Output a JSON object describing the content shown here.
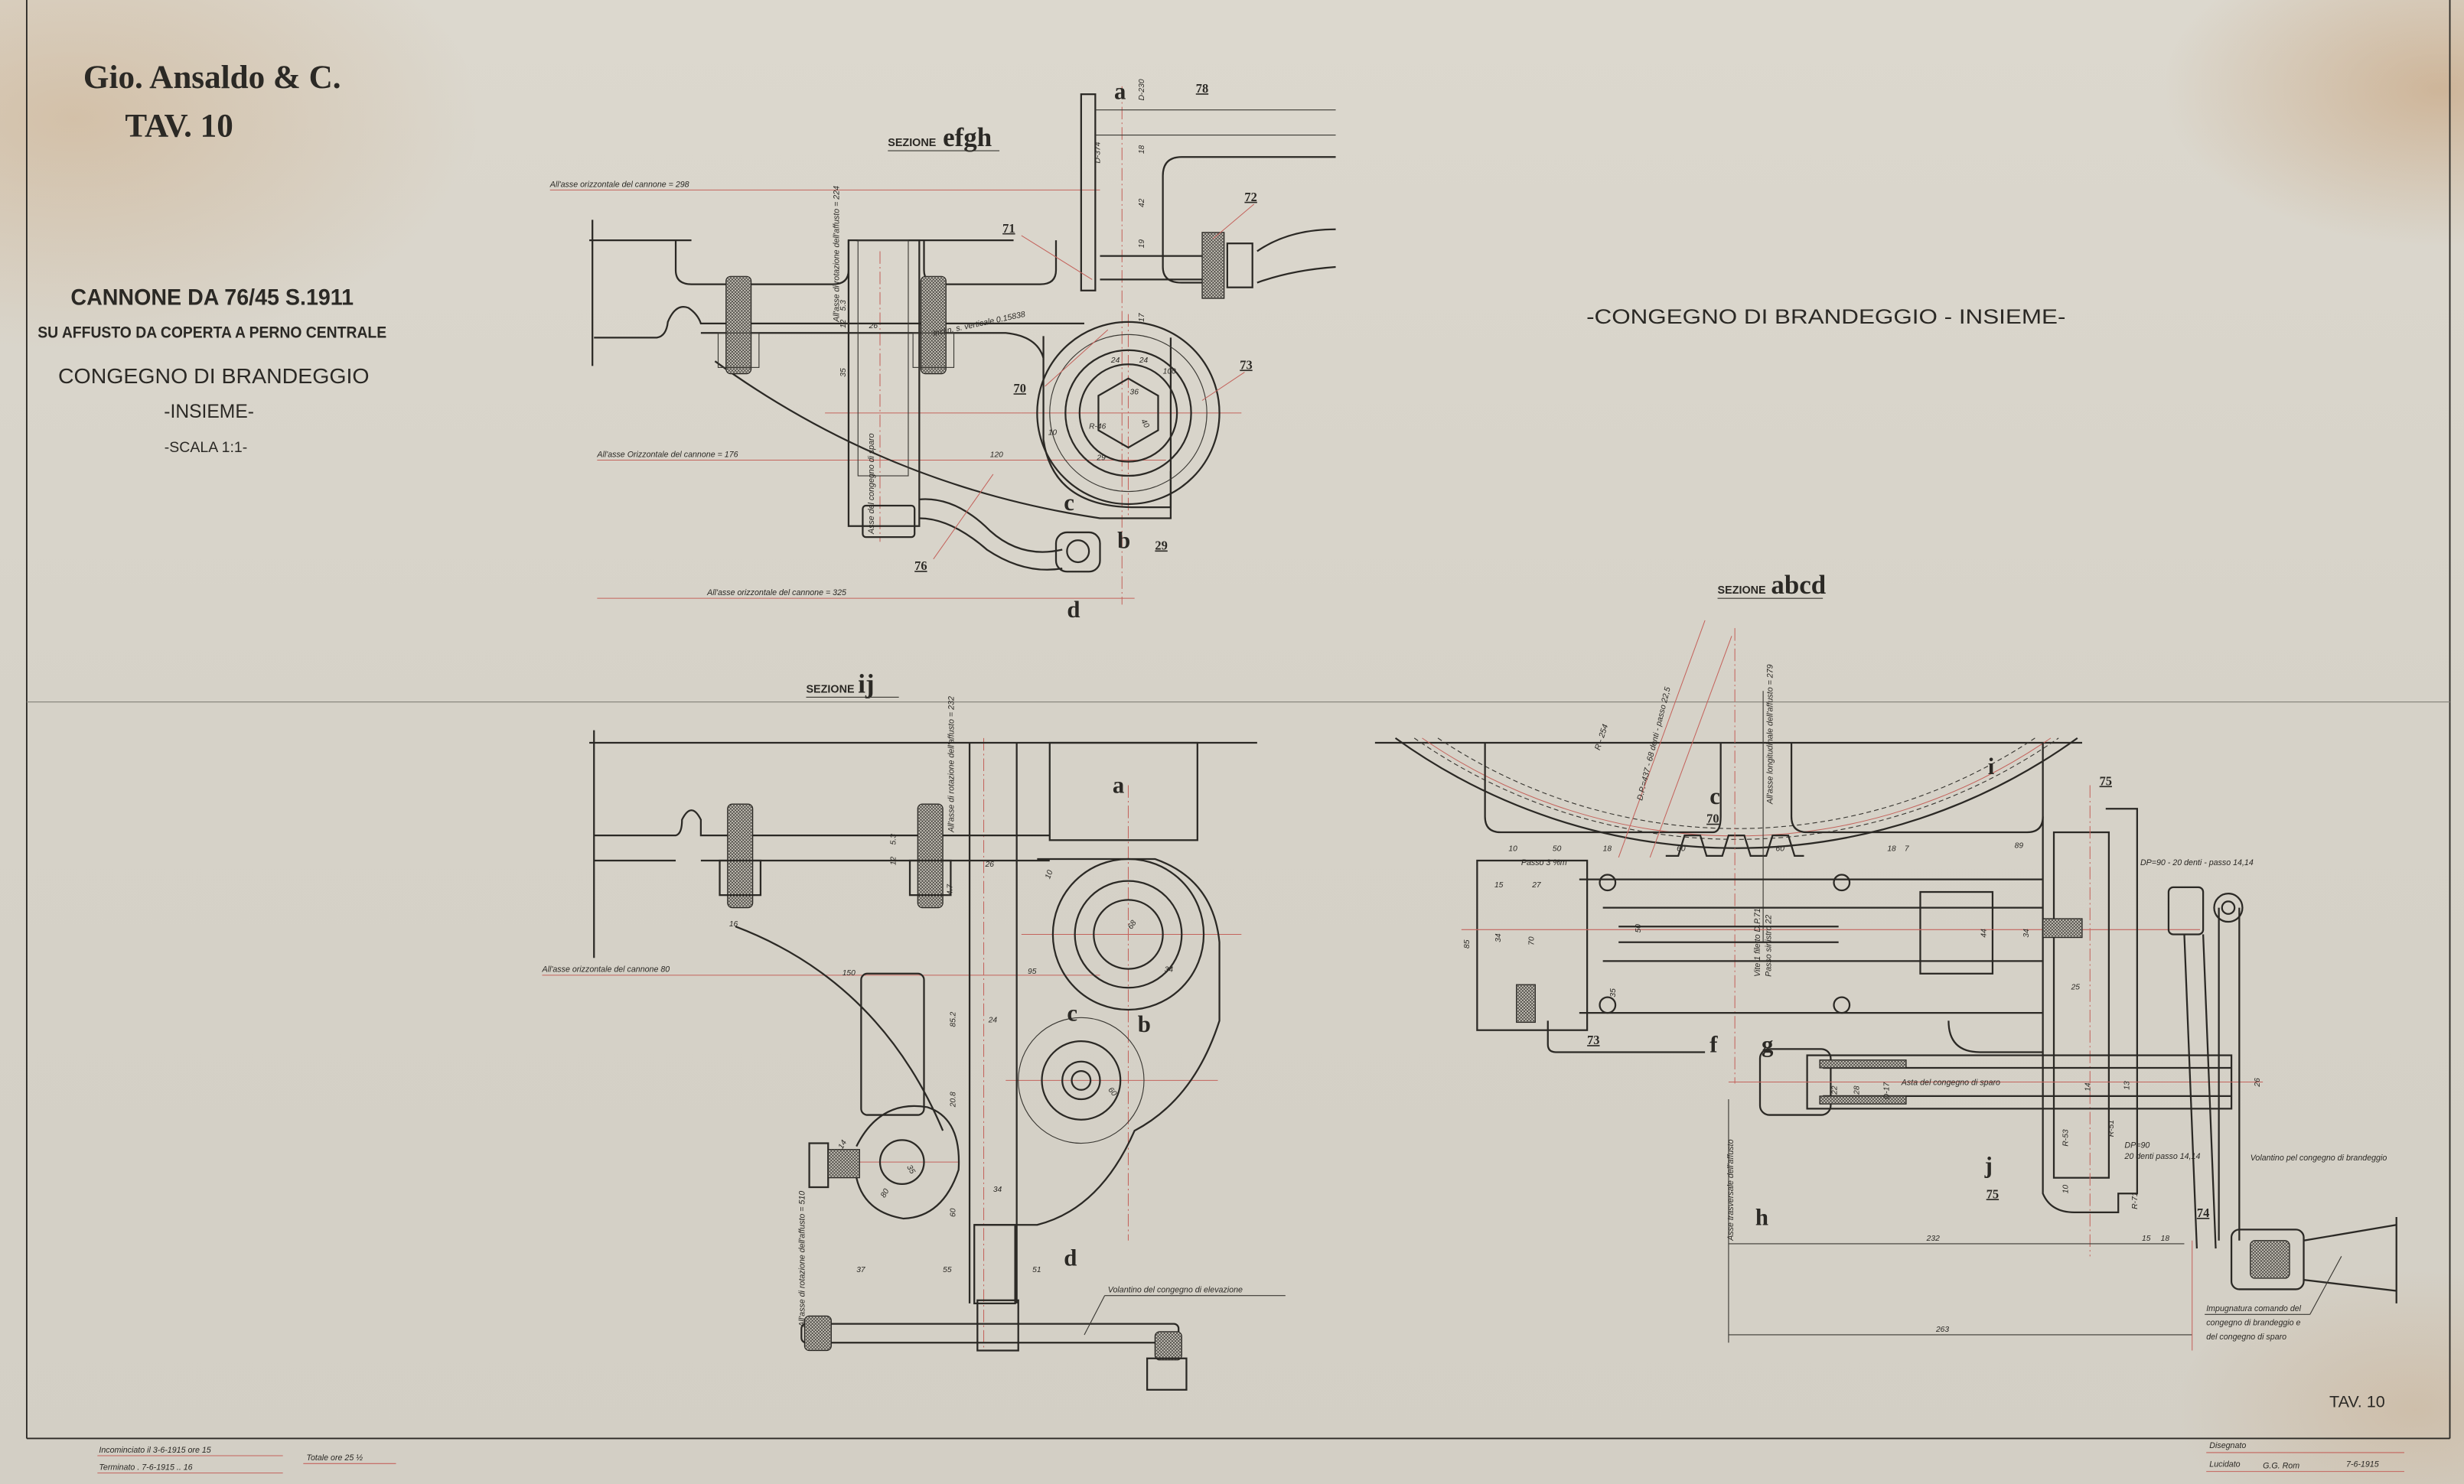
{
  "header": {
    "company": "Gio. Ansaldo & C.",
    "sheet": "TAV. 10"
  },
  "title_block": {
    "gun": "CANNONE DA 76/45 S.1911",
    "mount": "SU AFFUSTO DA COPERTA A PERNO CENTRALE",
    "assembly": "CONGEGNO DI BRANDEGGIO",
    "subtitle": "-INSIEME-",
    "scale": "-SCALA 1:1-"
  },
  "main_title": "-CONGEGNO DI BRANDEGGIO - INSIEME-",
  "sheet_footer_label": "TAV. 10",
  "sections": {
    "prefix": "SEZIONE",
    "efgh": "efgh",
    "abcd": "abcd",
    "ij": "ij"
  },
  "section_efgh": {
    "notes": {
      "axis_298": "All'asse orizzontale del cannone = 298",
      "axis_176": "All'asse Orizzontale del cannone = 176",
      "axis_325": "All'asse orizzontale del cannone = 325",
      "rotation_224": "All'asse di rotazione dell'affusto = 224",
      "firing_axis": "Asse del congegno di sparo",
      "inclination": "Inclin. s. verticale 0.15838"
    },
    "parts": {
      "p70": "70",
      "p71": "71",
      "p72": "72",
      "p73": "73",
      "p76": "76",
      "p78": "78",
      "p29": "29"
    },
    "letters": {
      "a": "a",
      "b": "b",
      "c": "c",
      "d": "d"
    },
    "dims": {
      "d120": "120",
      "d24a": "24",
      "d24b": "24",
      "d36": "36",
      "d100": "100",
      "r46": "R-46",
      "d10": "10",
      "d29": "29",
      "d26": "26",
      "d35": "35",
      "d12": "12",
      "d53": "5.3",
      "d42": "42",
      "d19": "19",
      "d18": "18",
      "d17": "17",
      "d230": "D-230",
      "d374": "D-374",
      "d40": "40"
    }
  },
  "section_ij": {
    "notes": {
      "axis_80": "All'asse orizzontale del cannone 80",
      "rotation_232": "All'asse di rotazione dell'affusto = 232",
      "rotation_510": "All'asse di rotazione dell'affusto = 510",
      "handwheel": "Volantino del congegno di elevazione"
    },
    "letters": {
      "a": "a",
      "b": "b",
      "c": "c",
      "d": "d"
    },
    "dims": {
      "d150": "150",
      "d95": "95",
      "d34a": "34",
      "d26": "26",
      "d24": "24",
      "d852": "85.2",
      "d208": "20.8",
      "d60a": "60",
      "d34b": "34",
      "d37": "37",
      "d55": "55",
      "d51": "51",
      "d16": "16",
      "d68": "68",
      "d60b": "60",
      "d35": "35",
      "d80": "80",
      "d14": "14",
      "d10": "10",
      "d47": "4.7",
      "d12": "12",
      "d53": "5.3"
    }
  },
  "section_abcd": {
    "notes": {
      "radius": "R - 254",
      "rack": "D.P.=437 - 68 denti - passo 22,5",
      "longitudinal_279": "All'asse longitudinale dell'affusto = 279",
      "pitch": "Passo 3 %m",
      "worm_1": "Vite 1 filetto D.P.71",
      "worm_2": "Passo sinistro 22",
      "gear_top": "DP=90 - 20 denti - passo 14,14",
      "firing_rod": "Asta del congegno di sparo",
      "gear_bottom_1": "DP=90",
      "gear_bottom_2": "20 denti passo 14,14",
      "traverse_wheel": "Volantino pel congegno di brandeggio",
      "transverse_axis": "Asse trasversale dell'affusto",
      "grip_1": "Impugnatura comando del",
      "grip_2": "congegno di brandeggio e",
      "grip_3": "del congegno di sparo"
    },
    "parts": {
      "p70": "70",
      "p73": "73",
      "p74": "74",
      "p75a": "75",
      "p75b": "75"
    },
    "letters": {
      "c": "c",
      "i": "i",
      "f": "f",
      "g": "g",
      "j": "j",
      "h": "h"
    },
    "dims": {
      "d232": "232",
      "d263": "263",
      "d15": "15",
      "d18": "18",
      "d85": "85",
      "d70": "70",
      "d34": "34",
      "d50": "50",
      "d35": "35",
      "d44": "44",
      "d34b": "34",
      "d25": "25",
      "d26": "26",
      "d89": "89",
      "d60a": "60",
      "d60b": "60",
      "d18b": "18",
      "d7": "7",
      "d10": "10",
      "d50b": "50",
      "d27": "27",
      "d15b": "15",
      "d22": "22",
      "d28": "28",
      "dd17": "D-17",
      "d14": "14",
      "d13": "13",
      "r71": "R-71",
      "r51": "R-51",
      "r53": "R-53",
      "d10b": "10"
    }
  },
  "footer": {
    "started": "Incominciato il 3-6-1915 ore 15",
    "finished": "Terminato  .  7-6-1915  ..  16",
    "total": "Totale ore 25 ½",
    "drawn_label": "Disegnato",
    "traced_label": "Lucidato",
    "signature": "G.G. Rom",
    "date": "7-6-1915"
  },
  "colors": {
    "paper": "#d8d4ca",
    "ink": "#2b2925",
    "centerline_red": "#c4635c"
  }
}
